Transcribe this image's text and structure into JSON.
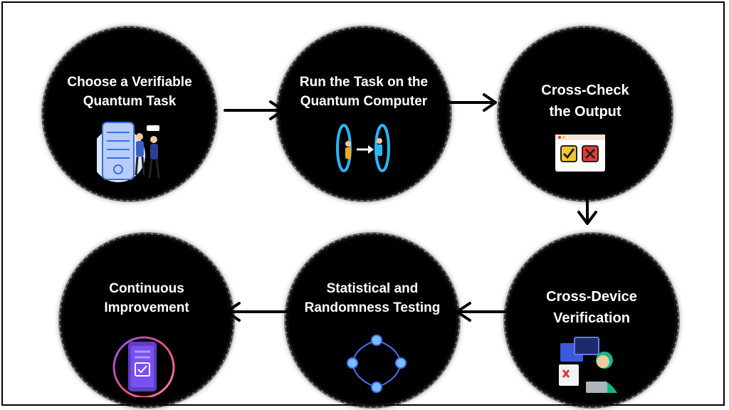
{
  "steps": [
    {
      "id": "choose",
      "title": "Choose a Verifiable\nQuantum Task",
      "icon": "quantum-computer-scientists-icon"
    },
    {
      "id": "run",
      "title": "Run the Task on the\nQuantum Computer",
      "icon": "portal-teleport-icon"
    },
    {
      "id": "crosscheck",
      "title": "Cross-Check\nthe Output",
      "icon": "check-cross-window-icon"
    },
    {
      "id": "crossdevice",
      "title": "Cross-Device\nVerification",
      "icon": "developer-screens-icon"
    },
    {
      "id": "statistical",
      "title": "Statistical and\nRandomness Testing",
      "icon": "network-nodes-icon"
    },
    {
      "id": "continuous",
      "title": "Continuous\nImprovement",
      "icon": "phone-checklist-icon"
    }
  ],
  "colors": {
    "circle": "#000000",
    "text": "#ffffff",
    "arrow": "#000000",
    "accent_blue": "#3b82f6",
    "check_yellow": "#f4c430",
    "cross_red": "#e53935"
  }
}
